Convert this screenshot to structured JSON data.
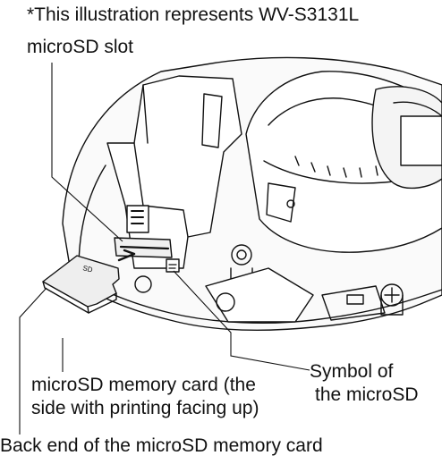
{
  "caption": {
    "note": "*This illustration represents WV-S3131L",
    "microsd_slot": "microSD slot",
    "card_line1": "microSD memory card (the",
    "card_line2": "side with printing facing up)",
    "symbol_line1": "Symbol of",
    "symbol_line2": "the microSD",
    "back_end": "Back end of the microSD memory card"
  }
}
